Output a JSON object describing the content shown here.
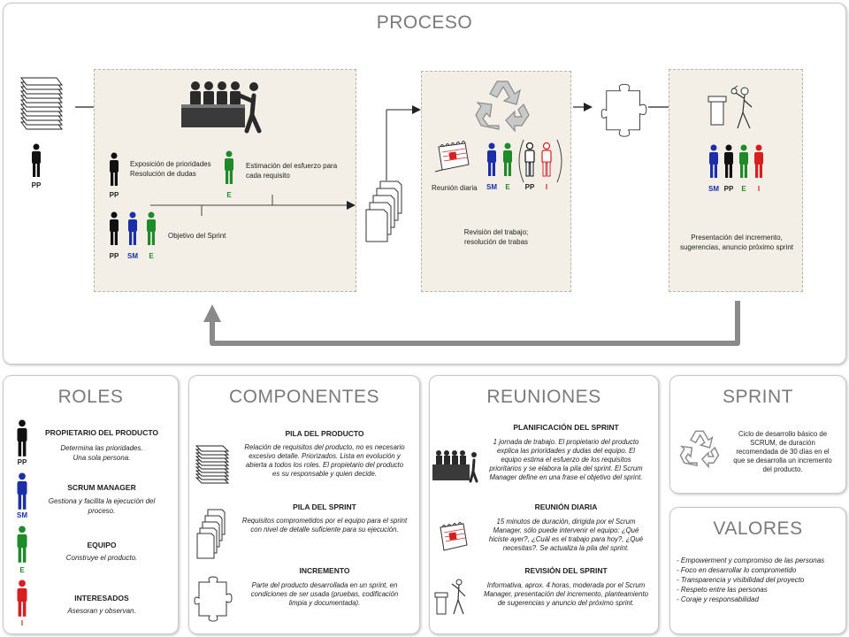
{
  "proceso": {
    "title": "PROCESO",
    "stage1": {
      "pp_label": "PP",
      "exposicion": "Exposición de prioridades",
      "resolucion": "Resolución de dudas",
      "pp2_label": "PP",
      "e_label": "E",
      "estimacion_1": "Estimación del esfuerzo para",
      "estimacion_2": "cada requisito",
      "team_labels": [
        "PP",
        "SM",
        "E"
      ],
      "objetivo": "Objetivo del Sprint"
    },
    "stage2": {
      "reunion": "Reunión diaria",
      "labels": [
        "SM",
        "E",
        "PP",
        "I"
      ],
      "revision_1": "Revisión del trabajo;",
      "revision_2": "resolución de trabas"
    },
    "stage3": {
      "labels": [
        "SM",
        "PP",
        "E",
        "I"
      ],
      "presentacion_1": "Presentación del incremento,",
      "presentacion_2": "sugerencias, anuncio próximo sprint"
    },
    "left_pp_label": "PP"
  },
  "roles": {
    "title": "ROLES",
    "items": [
      {
        "label": "PP",
        "name": "PROPIETARIO DEL PRODUCTO",
        "desc_1": "Determina las prioridades.",
        "desc_2": "Una sola persona.",
        "color": "#111111"
      },
      {
        "label": "SM",
        "name": "SCRUM MANAGER",
        "desc_1": "Gestiona y facilita la ejecución del",
        "desc_2": "proceso.",
        "color": "#1a2fa8"
      },
      {
        "label": "E",
        "name": "EQUIPO",
        "desc_1": "Construye el producto.",
        "desc_2": "",
        "color": "#1e8a2a"
      },
      {
        "label": "I",
        "name": "INTERESADOS",
        "desc_1": "Asesoran y observan.",
        "desc_2": "",
        "color": "#d81e1e"
      }
    ]
  },
  "componentes": {
    "title": "COMPONENTES",
    "items": [
      {
        "name": "PILA DEL PRODUCTO",
        "lines": [
          "Relación de requisitos del producto, no es necesario",
          "excesivo detalle. Priorizados. Lista en evolución y",
          "abierta a todos los roles.  El propietario del producto",
          "es su responsable y quien decide."
        ]
      },
      {
        "name": "PILA DEL SPRINT",
        "lines": [
          "Requisitos comprometidos por el equipo para el sprint",
          "con nivel de detalle suficiente para su ejecución."
        ]
      },
      {
        "name": "INCREMENTO",
        "lines": [
          "Parte del producto desarrollada en un sprint, en",
          "condiciones de ser usada (pruebas, codificación",
          "limpia y documentada)."
        ]
      }
    ]
  },
  "reuniones": {
    "title": "REUNIONES",
    "items": [
      {
        "name": "PLANIFICACIÓN DEL SPRINT",
        "lines": [
          "1 jornada de trabajo. El propietario del producto",
          "explica las prioridades y  dudas del equipo. El",
          "equipo estima el esfuerzo de los requisitos",
          "prioritarios y se elabora la pila del sprint. El Scrum",
          "Manager define en una frase el objetivo del sprint."
        ]
      },
      {
        "name": "REUNIÓN DIARIA",
        "lines": [
          "15 minutos de duración, dirigida por el Scrum",
          "Manager, sólo puede intervenir el equipo: ¿Qué",
          "hiciste ayer?, ¿Cuál es el trabajo para hoy?, ¿Qué",
          "necesitas?. Se actualiza la pila del sprint."
        ]
      },
      {
        "name": "REVISIÓN DEL SPRINT",
        "lines": [
          "Informativa, aprox. 4 horas, moderada por el Scrum",
          "Manager, presentación del incremento, planteamiento",
          "de sugerencias y anuncio del próximo sprint."
        ]
      }
    ]
  },
  "sprint": {
    "title": "SPRINT",
    "lines": [
      "Ciclo de desarrollo básico de",
      "SCRUM, de duración",
      "recomendada de 30 días en el",
      "que se desarrolla un incremento",
      "del producto."
    ]
  },
  "valores": {
    "title": "VALORES",
    "items": [
      "- Empowerment y compromiso de las personas",
      "- Foco en desarrollar lo comprometido",
      "- Transparencia y visibilidad del proyecto",
      "- Respeto entre las personas",
      "- Coraje y responsabilidad"
    ]
  },
  "colors": {
    "pp": "#111111",
    "sm": "#1a2fa8",
    "e": "#1e8a2a",
    "i": "#d81e1e",
    "arrow": "#8a8a8a"
  }
}
